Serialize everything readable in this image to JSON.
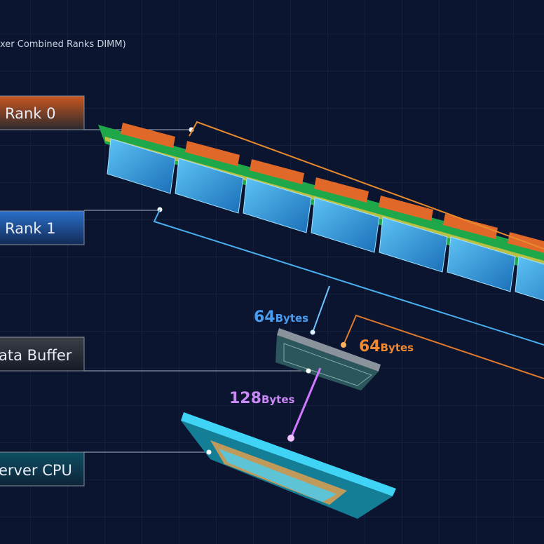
{
  "title": "xer Combined Ranks DIMM)",
  "labels": {
    "rank0": "Rank 0",
    "rank1": "Rank 1",
    "buffer": "ata Buffer",
    "cpu": "erver CPU"
  },
  "transfers": {
    "rank1_size": "64",
    "rank1_unit": "Bytes",
    "rank0_size": "64",
    "rank0_unit": "Bytes",
    "cpu_size": "128",
    "cpu_unit": "Bytes"
  },
  "colors": {
    "background": "#0b1530",
    "rank0": "#e07a2c",
    "rank1": "#4ab0f0",
    "cpu_transfer": "#c77dff",
    "pcb": "#1fa84a",
    "cpu_body": "#22c4ea"
  }
}
